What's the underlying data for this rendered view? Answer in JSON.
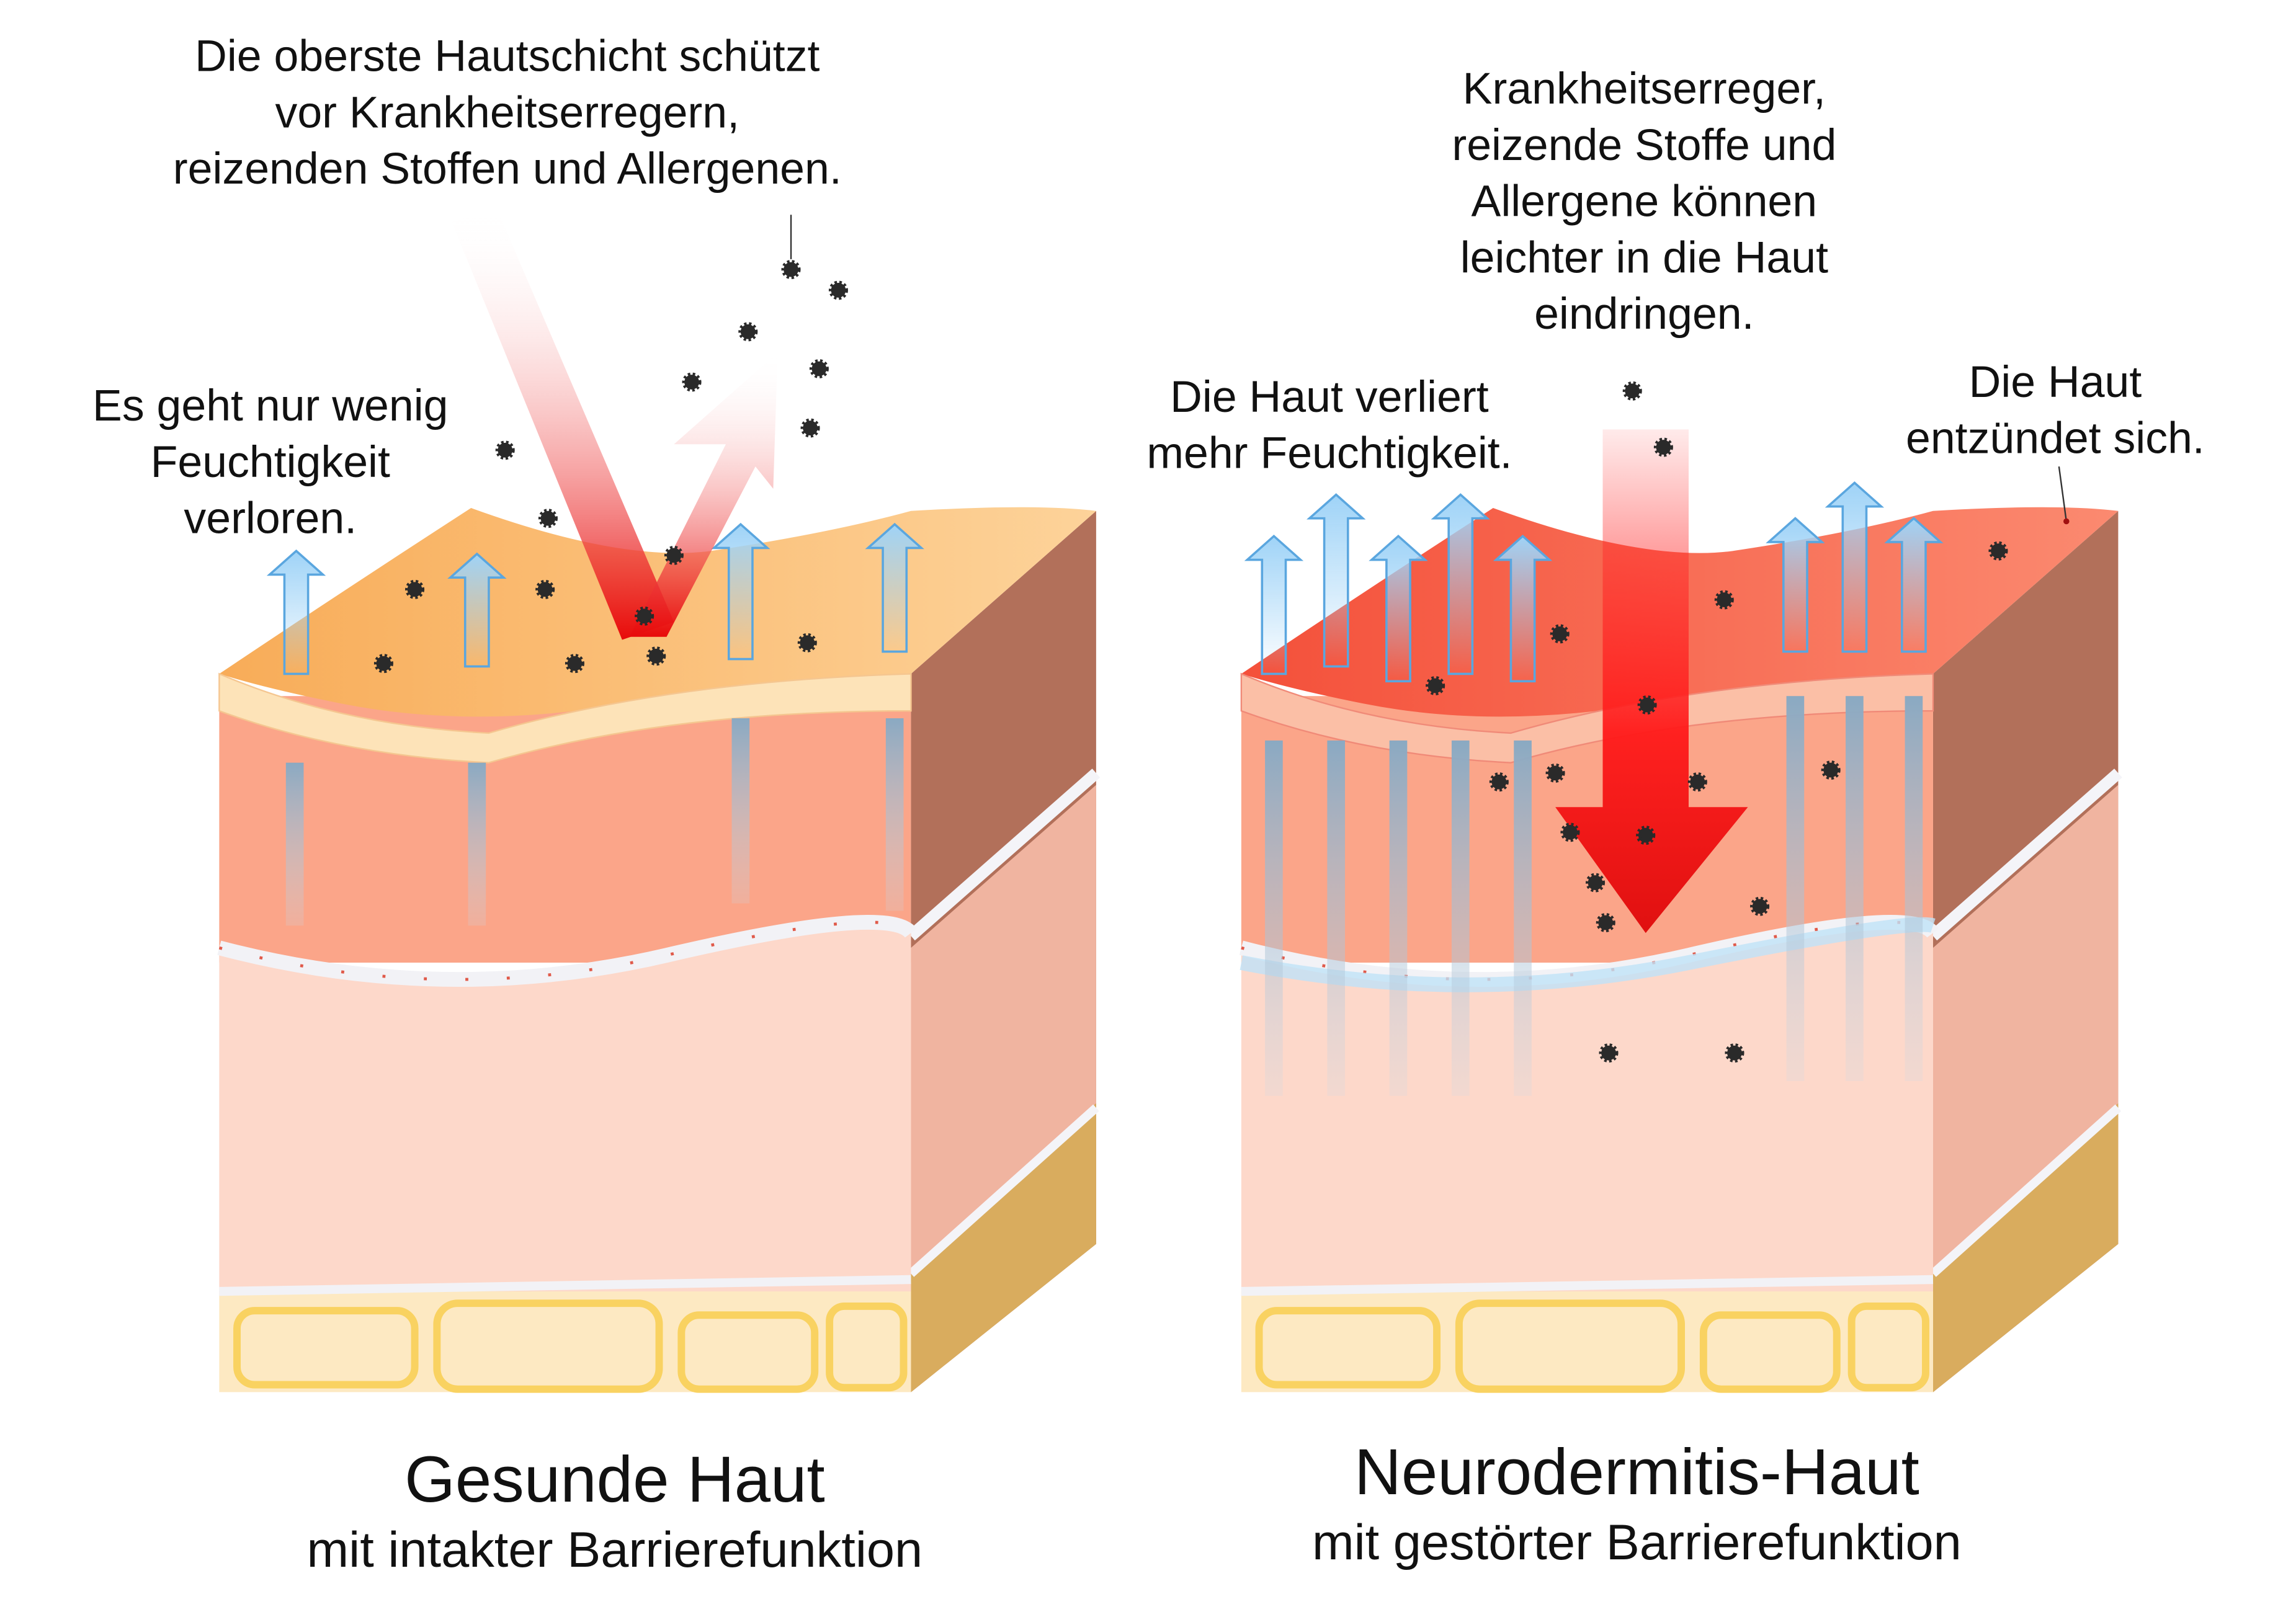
{
  "left_panel": {
    "title": "Gesunde Haut",
    "subtitle": "mit intakter Barrierefunktion",
    "callout_barrier": [
      "Die oberste Hautschicht schützt",
      "vor Krankheitserregern,",
      "reizenden Stoffen und Allergenen."
    ],
    "callout_moisture": [
      "Es geht nur wenig",
      "Feuchtigkeit",
      "verloren."
    ]
  },
  "right_panel": {
    "title": "Neurodermitis-Haut",
    "subtitle": "mit gestörter Barrierefunktion",
    "callout_penetration": [
      "Krankheitserreger,",
      "reizende Stoffe und",
      "Allergene können",
      "leichter in die Haut",
      "eindringen."
    ],
    "callout_moisture": [
      "Die Haut verliert",
      "mehr Feuchtigkeit."
    ],
    "callout_inflammation": [
      "Die Haut",
      "entzündet sich."
    ]
  },
  "colors": {
    "healthy_surface": "#fcbf72",
    "inflamed_surface": "#f86448",
    "epidermis": "#fba589",
    "dermis": "#fdd8ca",
    "side": "#b2705a",
    "fat": "#fde9c2",
    "arrow_red": "#f01010",
    "moisture_arrow": "#8ecbf5"
  }
}
